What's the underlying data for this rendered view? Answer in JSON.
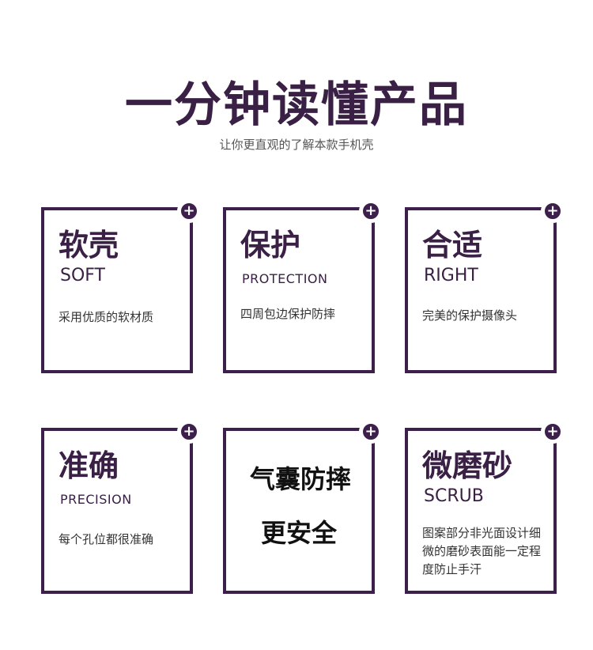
{
  "header": {
    "title": "一分钟读懂产品",
    "subtitle": "让你更直观的了解本款手机壳"
  },
  "cards": [
    {
      "cn": "软壳",
      "en": "SOFT",
      "desc": "采用优质的软材质"
    },
    {
      "cn": "保护",
      "en": "PROTECTION",
      "desc": "四周包边保护防摔"
    },
    {
      "cn": "合适",
      "en": "RIGHT",
      "desc": "完美的保护摄像头"
    },
    {
      "cn": "准确",
      "en": "PRECISION",
      "desc": "每个孔位都很准确"
    },
    {
      "line1": "气囊防摔",
      "line2": "更安全"
    },
    {
      "cn": "微磨砂",
      "en": "SCRUB",
      "desc": "图案部分非光面设计细微的磨砂表面能一定程度防止手汗"
    }
  ],
  "icons": {
    "plus": "+"
  },
  "colors": {
    "accent": "#3d1f4c",
    "title": "#3a2045"
  }
}
